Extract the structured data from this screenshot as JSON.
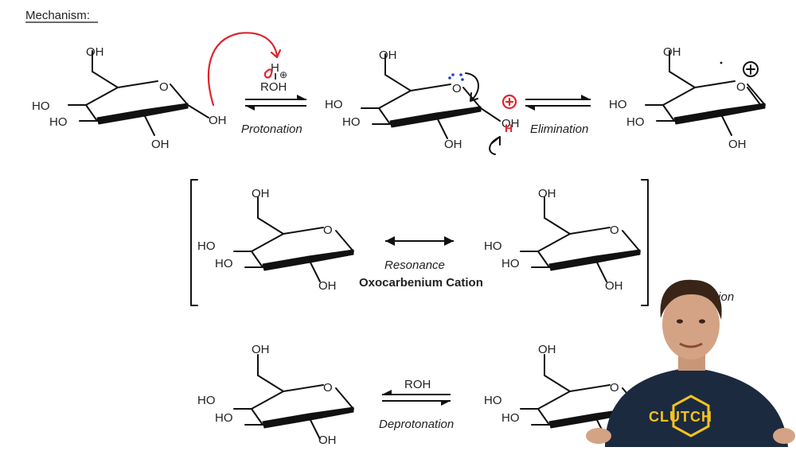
{
  "title": "Mechanism:",
  "labels": {
    "oh": "OH",
    "ho": "HO",
    "o": "O",
    "h": "H",
    "roh": "ROH",
    "plus": "⊕"
  },
  "steps": {
    "protonation": "Protonation",
    "elimination": "Elimination",
    "resonance": "Resonance",
    "cation": "Oxocarbenium Cation",
    "addition_partial": "ddition",
    "deprotonation": "Deprotonation",
    "reagent_roh": "ROH"
  },
  "presenter": {
    "shirt_logo": "CLUTCH"
  },
  "colors": {
    "annotation_red": "#e0242c",
    "annotation_blue": "#1f3fbf",
    "ink": "#111111",
    "shirt": "#1c2a3f",
    "logo_yellow": "#f4c21f"
  }
}
